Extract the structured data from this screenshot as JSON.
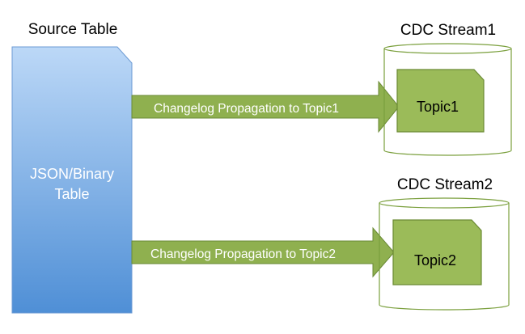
{
  "source": {
    "heading": "Source Table",
    "label_line1": "JSON/Binary",
    "label_line2": "Table"
  },
  "streams": [
    {
      "heading": "CDC Stream1",
      "topic": "Topic1",
      "arrow_label": "Changelog Propagation to Topic1"
    },
    {
      "heading": "CDC Stream2",
      "topic": "Topic2",
      "arrow_label": "Changelog Propagation to Topic2"
    }
  ],
  "colors": {
    "source_fill_top": "#bcd8f7",
    "source_fill_bottom": "#4f8fd6",
    "arrow_fill": "#8fb04f",
    "arrow_stroke": "#6a8a36",
    "topic_fill": "#9bbb59",
    "topic_stroke": "#6b8a34",
    "cylinder_stroke": "#7a9f3c"
  }
}
